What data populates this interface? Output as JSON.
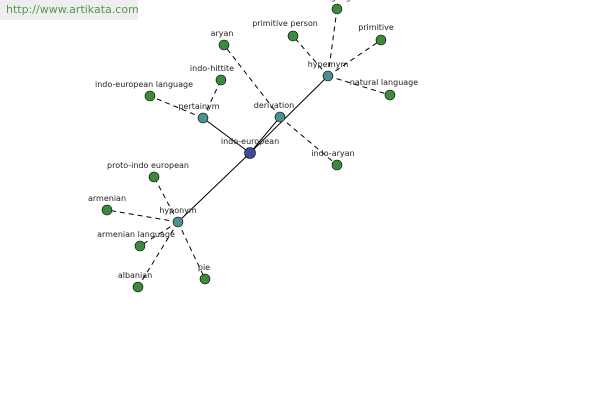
{
  "watermark": {
    "text": "http://www.artikata.com"
  },
  "colors": {
    "center": "#3f4f97",
    "relation": "#4e8f8f",
    "leaf": "#3d8a3d",
    "edge": "#000000",
    "label": "#222222"
  },
  "graph": {
    "nodes": [
      {
        "id": "indo-european",
        "label": "indo-european",
        "kind": "center"
      },
      {
        "id": "pertainym",
        "label": "pertainym",
        "kind": "relation"
      },
      {
        "id": "derivation",
        "label": "derivation",
        "kind": "relation"
      },
      {
        "id": "hypernym",
        "label": "hypernym",
        "kind": "relation"
      },
      {
        "id": "hyponym",
        "label": "hyponym",
        "kind": "relation"
      },
      {
        "id": "aryan",
        "label": "aryan",
        "kind": "leaf"
      },
      {
        "id": "indo-hittite",
        "label": "indo-hittite",
        "kind": "leaf"
      },
      {
        "id": "indo-european-language",
        "label": "indo-european language",
        "kind": "leaf"
      },
      {
        "id": "primitive-person",
        "label": "primitive person",
        "kind": "leaf"
      },
      {
        "id": "primitive",
        "label": "primitive",
        "kind": "leaf"
      },
      {
        "id": "natural-language",
        "label": "natural language",
        "kind": "leaf"
      },
      {
        "id": "language-top",
        "label": "language",
        "kind": "leaf"
      },
      {
        "id": "indo-aryan",
        "label": "indo-aryan",
        "kind": "leaf"
      },
      {
        "id": "proto-indo-european",
        "label": "proto-indo european",
        "kind": "leaf"
      },
      {
        "id": "armenian",
        "label": "armenian",
        "kind": "leaf"
      },
      {
        "id": "armenian-language",
        "label": "armenian language",
        "kind": "leaf"
      },
      {
        "id": "albanian",
        "label": "albanian",
        "kind": "leaf"
      },
      {
        "id": "pie",
        "label": "pie",
        "kind": "leaf"
      }
    ],
    "edges": [
      {
        "from": "indo-european",
        "to": "pertainym",
        "style": "solid"
      },
      {
        "from": "indo-european",
        "to": "hypernym",
        "style": "solid"
      },
      {
        "from": "indo-european",
        "to": "hyponym",
        "style": "solid"
      },
      {
        "from": "indo-european",
        "to": "derivation",
        "style": "solid"
      },
      {
        "from": "pertainym",
        "to": "indo-european-language",
        "style": "dashed"
      },
      {
        "from": "pertainym",
        "to": "indo-hittite",
        "style": "dashed"
      },
      {
        "from": "derivation",
        "to": "aryan",
        "style": "dashed"
      },
      {
        "from": "derivation",
        "to": "indo-aryan",
        "style": "dashed"
      },
      {
        "from": "hypernym",
        "to": "primitive-person",
        "style": "dashed"
      },
      {
        "from": "hypernym",
        "to": "primitive",
        "style": "dashed"
      },
      {
        "from": "hypernym",
        "to": "natural-language",
        "style": "dashed"
      },
      {
        "from": "hypernym",
        "to": "language-top",
        "style": "dashed"
      },
      {
        "from": "hyponym",
        "to": "proto-indo-european",
        "style": "dashed"
      },
      {
        "from": "hyponym",
        "to": "armenian",
        "style": "dashed"
      },
      {
        "from": "hyponym",
        "to": "armenian-language",
        "style": "dashed"
      },
      {
        "from": "hyponym",
        "to": "albanian",
        "style": "dashed"
      },
      {
        "from": "hyponym",
        "to": "pie",
        "style": "dashed"
      }
    ]
  }
}
